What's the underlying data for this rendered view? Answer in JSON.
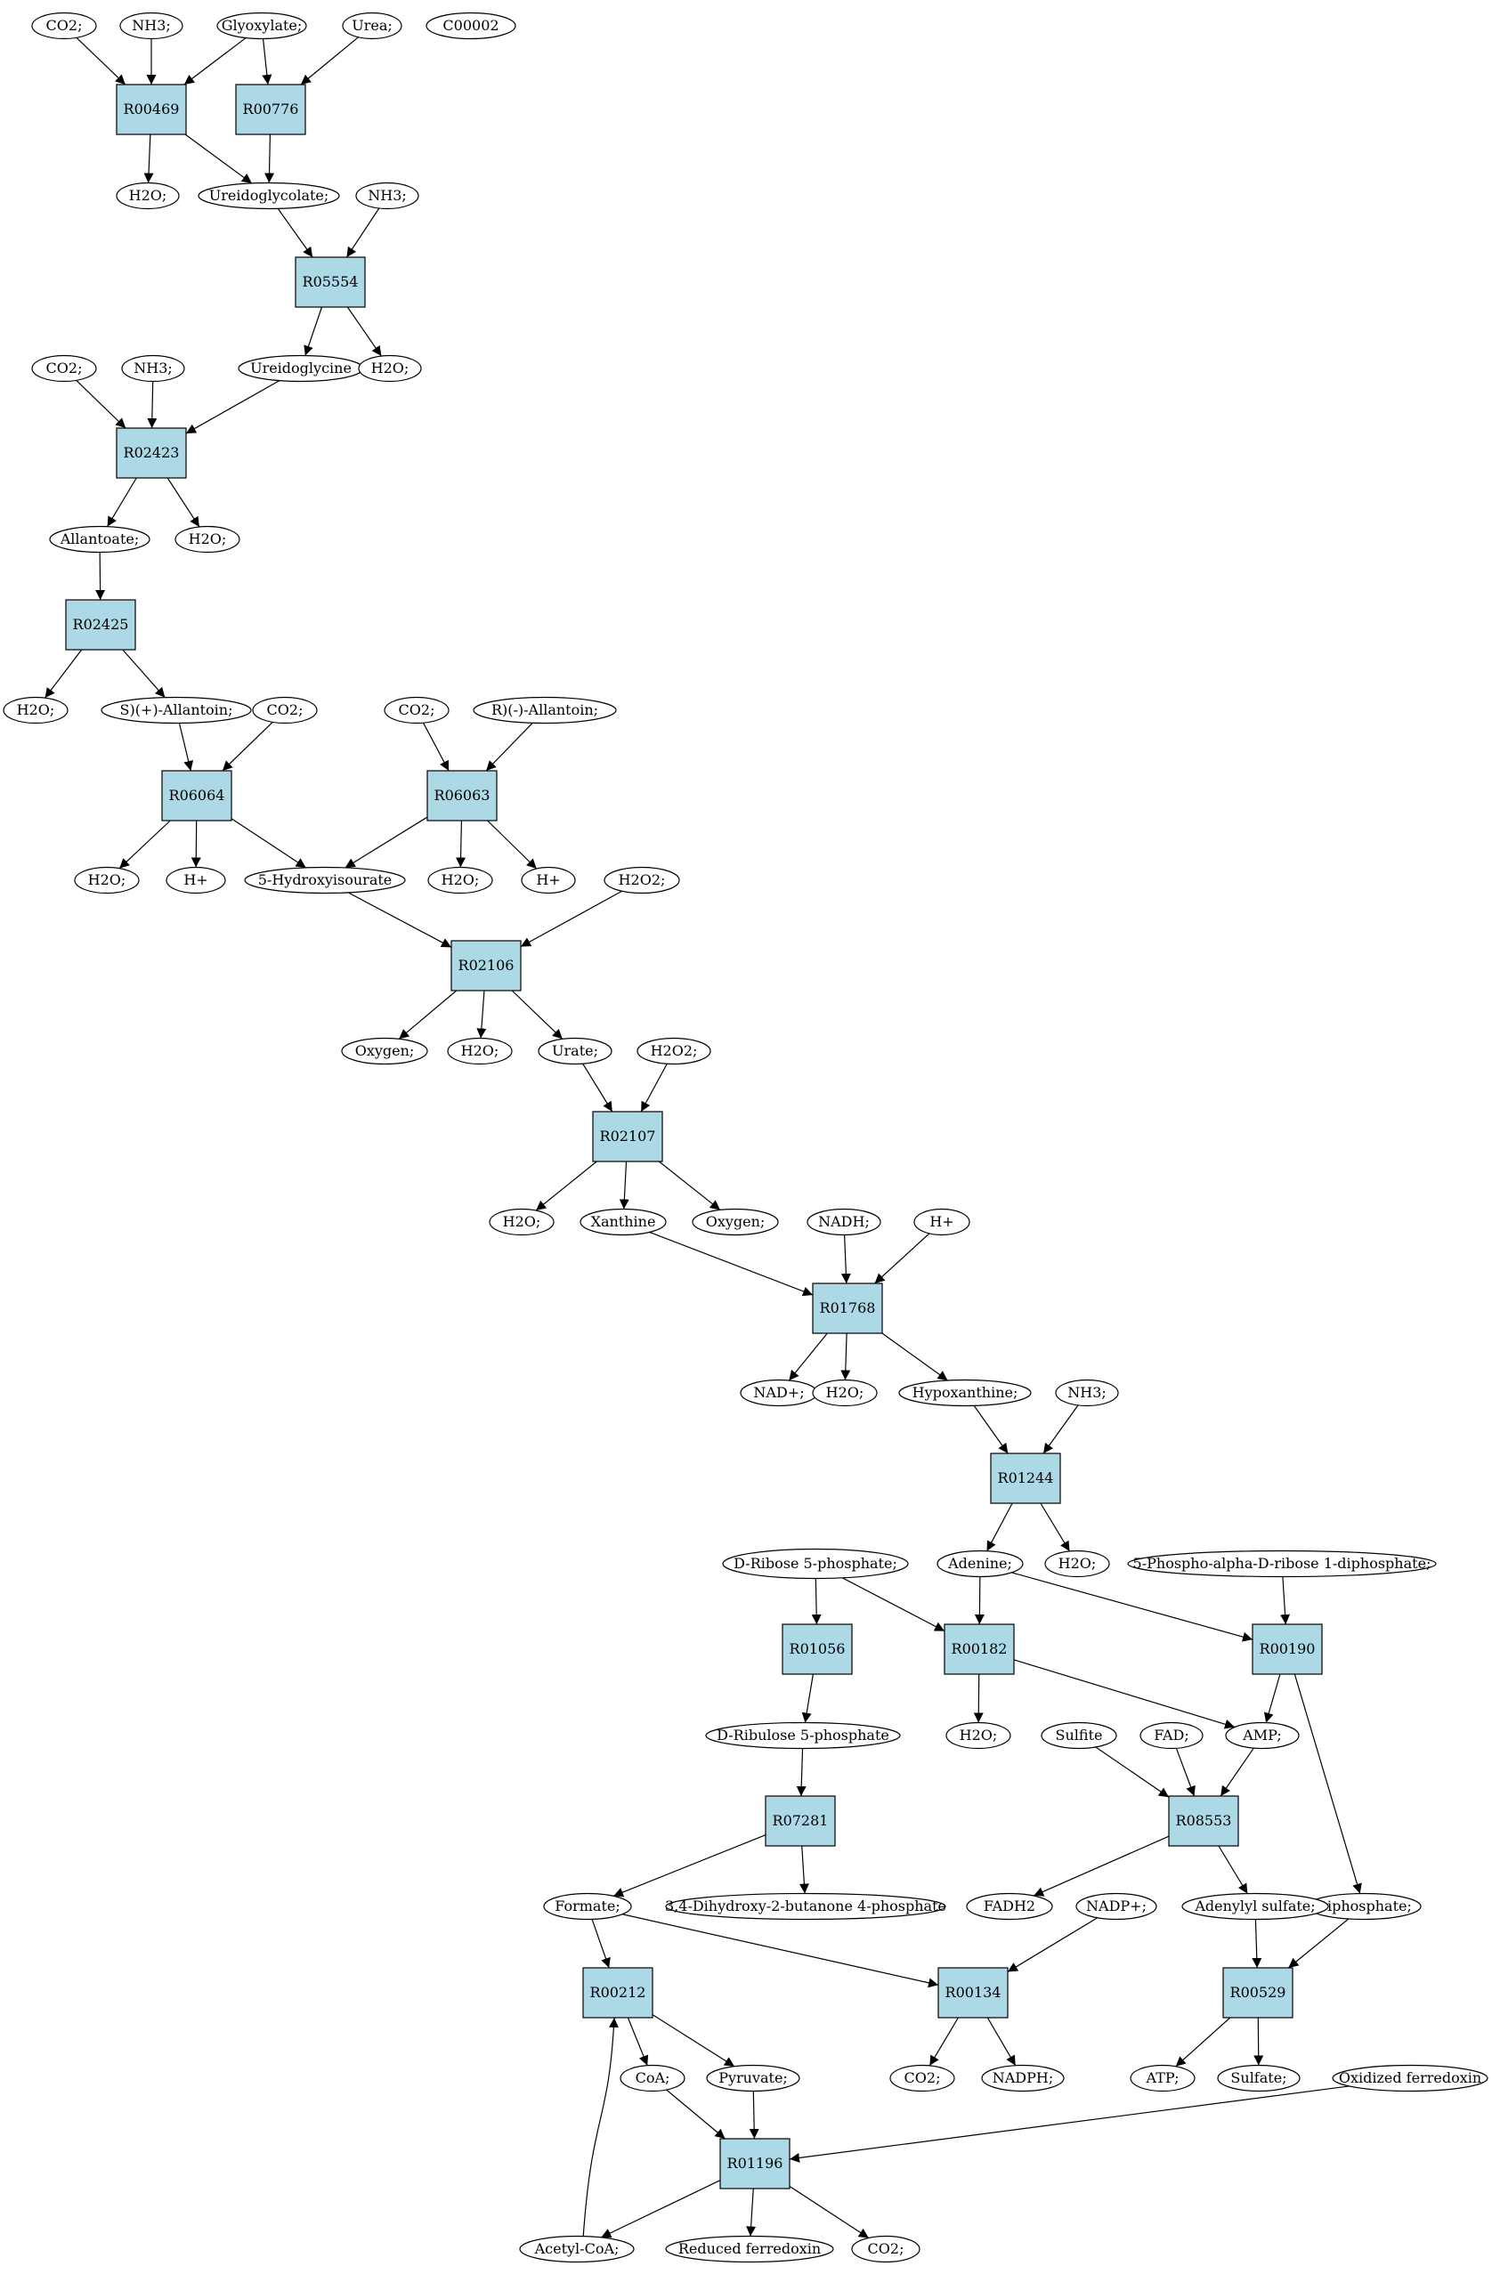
{
  "colors": {
    "background": "#ffffff",
    "reaction_fill": "#add8e6",
    "metabolite_fill": "#ffffff",
    "highlight_yellow": "#ffff00",
    "highlight_green": "#00ee00",
    "stroke": "#000000"
  },
  "reactions": [
    {
      "id": "R00469",
      "label": "R00469"
    },
    {
      "id": "R00776",
      "label": "R00776"
    },
    {
      "id": "R05554",
      "label": "R05554"
    },
    {
      "id": "R02423",
      "label": "R02423"
    },
    {
      "id": "R02425",
      "label": "R02425"
    },
    {
      "id": "R06064",
      "label": "R06064"
    },
    {
      "id": "R06063",
      "label": "R06063"
    },
    {
      "id": "R02106",
      "label": "R02106"
    },
    {
      "id": "R02107",
      "label": "R02107"
    },
    {
      "id": "R01768",
      "label": "R01768"
    },
    {
      "id": "R01244",
      "label": "R01244"
    },
    {
      "id": "R01056",
      "label": "R01056"
    },
    {
      "id": "R00182",
      "label": "R00182"
    },
    {
      "id": "R00190",
      "label": "R00190"
    },
    {
      "id": "R07281",
      "label": "R07281"
    },
    {
      "id": "R08553",
      "label": "R08553"
    },
    {
      "id": "R00212",
      "label": "R00212"
    },
    {
      "id": "R00134",
      "label": "R00134"
    },
    {
      "id": "R00529",
      "label": "R00529"
    },
    {
      "id": "R01196",
      "label": "R01196"
    }
  ],
  "metabolites": [
    {
      "id": "m1",
      "label": "CO2;"
    },
    {
      "id": "m2",
      "label": "NH3;"
    },
    {
      "id": "m3",
      "label": "Glyoxylate;"
    },
    {
      "id": "m4",
      "label": "Urea;"
    },
    {
      "id": "m5",
      "label": "C00002",
      "highlight": "yellow"
    },
    {
      "id": "m6",
      "label": "H2O;"
    },
    {
      "id": "m7",
      "label": "Ureidoglycolate;"
    },
    {
      "id": "m8",
      "label": "NH3;"
    },
    {
      "id": "m9",
      "label": "CO2;"
    },
    {
      "id": "m10",
      "label": "NH3;"
    },
    {
      "id": "m11",
      "label": "Ureidoglycine"
    },
    {
      "id": "m12",
      "label": "H2O;"
    },
    {
      "id": "m13",
      "label": "Allantoate;"
    },
    {
      "id": "m14",
      "label": "H2O;"
    },
    {
      "id": "m15",
      "label": "H2O;"
    },
    {
      "id": "m16",
      "label": "S)(+)-Allantoin;"
    },
    {
      "id": "m17",
      "label": "CO2;"
    },
    {
      "id": "m18",
      "label": "CO2;"
    },
    {
      "id": "m19",
      "label": "R)(-)-Allantoin;"
    },
    {
      "id": "m20",
      "label": "H2O;"
    },
    {
      "id": "m21",
      "label": "H+"
    },
    {
      "id": "m22",
      "label": "5-Hydroxyisourate"
    },
    {
      "id": "m23",
      "label": "H2O;"
    },
    {
      "id": "m24",
      "label": "H+"
    },
    {
      "id": "m25",
      "label": "H2O2;"
    },
    {
      "id": "m26",
      "label": "Oxygen;"
    },
    {
      "id": "m27",
      "label": "H2O;"
    },
    {
      "id": "m28",
      "label": "Urate;"
    },
    {
      "id": "m29",
      "label": "H2O2;"
    },
    {
      "id": "m30",
      "label": "H2O;"
    },
    {
      "id": "m31",
      "label": "Xanthine"
    },
    {
      "id": "m32",
      "label": "Oxygen;"
    },
    {
      "id": "m33",
      "label": "NADH;"
    },
    {
      "id": "m34",
      "label": "H+"
    },
    {
      "id": "m35",
      "label": "NAD+;"
    },
    {
      "id": "m36",
      "label": "H2O;"
    },
    {
      "id": "m37",
      "label": "Hypoxanthine;"
    },
    {
      "id": "m38",
      "label": "NH3;"
    },
    {
      "id": "m39",
      "label": "D-Ribose 5-phosphate;",
      "highlight": "green"
    },
    {
      "id": "m40",
      "label": "Adenine;"
    },
    {
      "id": "m41",
      "label": "H2O;"
    },
    {
      "id": "m42",
      "label": "5-Phospho-alpha-D-ribose 1-diphosphate;"
    },
    {
      "id": "m43",
      "label": "D-Ribulose 5-phosphate"
    },
    {
      "id": "m44",
      "label": "H2O;"
    },
    {
      "id": "m45",
      "label": "Sulfite"
    },
    {
      "id": "m46",
      "label": "FAD;"
    },
    {
      "id": "m47",
      "label": "AMP;"
    },
    {
      "id": "m48",
      "label": "Diphosphate;"
    },
    {
      "id": "m49",
      "label": "Formate;"
    },
    {
      "id": "m50",
      "label": "3,4-Dihydroxy-2-butanone 4-phosphate"
    },
    {
      "id": "m51",
      "label": "FADH2"
    },
    {
      "id": "m52",
      "label": "NADP+;"
    },
    {
      "id": "m53",
      "label": "Adenylyl sulfate;"
    },
    {
      "id": "m54",
      "label": "CoA;"
    },
    {
      "id": "m55",
      "label": "Pyruvate;"
    },
    {
      "id": "m56",
      "label": "CO2;"
    },
    {
      "id": "m57",
      "label": "NADPH;"
    },
    {
      "id": "m58",
      "label": "ATP;"
    },
    {
      "id": "m59",
      "label": "Sulfate;"
    },
    {
      "id": "m60",
      "label": "Oxidized ferredoxin"
    },
    {
      "id": "m61",
      "label": "Acetyl-CoA;"
    },
    {
      "id": "m62",
      "label": "Reduced ferredoxin"
    },
    {
      "id": "m63",
      "label": "CO2;"
    }
  ],
  "edges": [
    [
      "m1",
      "R00469"
    ],
    [
      "m2",
      "R00469"
    ],
    [
      "m3",
      "R00469"
    ],
    [
      "m3",
      "R00776"
    ],
    [
      "m4",
      "R00776"
    ],
    [
      "R00469",
      "m6"
    ],
    [
      "R00469",
      "m7"
    ],
    [
      "R00776",
      "m7"
    ],
    [
      "m7",
      "R05554"
    ],
    [
      "m8",
      "R05554"
    ],
    [
      "R05554",
      "m11"
    ],
    [
      "R05554",
      "m12"
    ],
    [
      "m9",
      "R02423"
    ],
    [
      "m10",
      "R02423"
    ],
    [
      "m11",
      "R02423"
    ],
    [
      "R02423",
      "m13"
    ],
    [
      "R02423",
      "m14"
    ],
    [
      "m13",
      "R02425"
    ],
    [
      "R02425",
      "m15"
    ],
    [
      "R02425",
      "m16"
    ],
    [
      "m16",
      "R06064"
    ],
    [
      "m17",
      "R06064"
    ],
    [
      "R06064",
      "m20"
    ],
    [
      "R06064",
      "m21"
    ],
    [
      "R06064",
      "m22"
    ],
    [
      "m18",
      "R06063"
    ],
    [
      "m19",
      "R06063"
    ],
    [
      "R06063",
      "m22"
    ],
    [
      "R06063",
      "m23"
    ],
    [
      "R06063",
      "m24"
    ],
    [
      "m22",
      "R02106"
    ],
    [
      "m25",
      "R02106"
    ],
    [
      "R02106",
      "m26"
    ],
    [
      "R02106",
      "m27"
    ],
    [
      "R02106",
      "m28"
    ],
    [
      "m28",
      "R02107"
    ],
    [
      "m29",
      "R02107"
    ],
    [
      "R02107",
      "m30"
    ],
    [
      "R02107",
      "m31"
    ],
    [
      "R02107",
      "m32"
    ],
    [
      "m31",
      "R01768"
    ],
    [
      "m33",
      "R01768"
    ],
    [
      "m34",
      "R01768"
    ],
    [
      "R01768",
      "m35"
    ],
    [
      "R01768",
      "m36"
    ],
    [
      "R01768",
      "m37"
    ],
    [
      "m37",
      "R01244"
    ],
    [
      "m38",
      "R01244"
    ],
    [
      "R01244",
      "m40"
    ],
    [
      "R01244",
      "m41"
    ],
    [
      "m39",
      "R01056"
    ],
    [
      "m39",
      "R00182"
    ],
    [
      "m40",
      "R00182"
    ],
    [
      "m40",
      "R00190"
    ],
    [
      "m42",
      "R00190"
    ],
    [
      "R01056",
      "m43"
    ],
    [
      "R00182",
      "m44"
    ],
    [
      "R00182",
      "m47"
    ],
    [
      "R00190",
      "m47"
    ],
    [
      "R00190",
      "m48"
    ],
    [
      "m43",
      "R07281"
    ],
    [
      "R07281",
      "m49"
    ],
    [
      "R07281",
      "m50"
    ],
    [
      "m45",
      "R08553"
    ],
    [
      "m46",
      "R08553"
    ],
    [
      "m47",
      "R08553"
    ],
    [
      "R08553",
      "m51"
    ],
    [
      "R08553",
      "m53"
    ],
    [
      "m49",
      "R00212"
    ],
    [
      "m49",
      "R00134"
    ],
    [
      "m52",
      "R00134"
    ],
    [
      "m53",
      "R00529"
    ],
    [
      "m48",
      "R00529"
    ],
    [
      "R00212",
      "m54"
    ],
    [
      "R00212",
      "m55"
    ],
    [
      "R00134",
      "m56"
    ],
    [
      "R00134",
      "m57"
    ],
    [
      "R00529",
      "m58"
    ],
    [
      "R00529",
      "m59"
    ],
    [
      "m54",
      "R01196"
    ],
    [
      "m55",
      "R01196"
    ],
    [
      "m60",
      "R01196"
    ],
    [
      "R01196",
      "m61"
    ],
    [
      "R01196",
      "m62"
    ],
    [
      "R01196",
      "m63"
    ],
    [
      "m61",
      "R00212"
    ]
  ]
}
